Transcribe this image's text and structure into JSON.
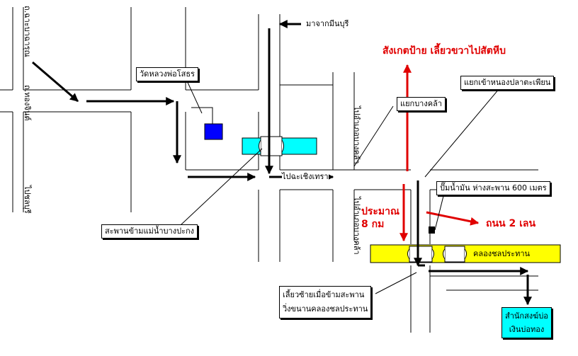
{
  "roads": {
    "west_vertical_top": "ถ.ฉาะบาฉารุณ",
    "west_vertical_mid": "ถ.ทองจินต์",
    "west_vertical_bottom": "ไปชลบุรี",
    "from_min_buri": "มาจากมีนบุรี",
    "to_chachoengsao": "ไปฉะเชิงเทรา",
    "to_bang_khla_upper": "ไปอำเภอบางคล้า",
    "to_bang_khla_lower": "ไปอำเภอบางคล้า",
    "canal_name": "คลองชลประทาน",
    "two_lane_road": "ถนน 2 เลน"
  },
  "places": {
    "temple": "วัดหลวงพ่อโสธร",
    "bridge": "สะพานข้ามแม่น้ำบางปะกง",
    "bang_khla_junction": "แยกบางคล้า",
    "nong_pla_junction": "แยกเข้าหนองปลาตะเพียน",
    "gas_station": "ปั๊มน้ำมัน ห่างสะพาน 600 เมตร",
    "left_turn_note_line1": "เลี้ยวซ้ายเมื่อข้ามสะพาน",
    "left_turn_note_line2": "วิ่งขนานคลองชลประทาน",
    "destination_line1": "สำนักสงฆ์บ่อ",
    "destination_line2": "เงินบ่อทอง"
  },
  "annotations": {
    "watch_sign": "สังเกตป้าย เลี้ยวขวาไปสัตหีบ",
    "approx_line1": "ประมาณ",
    "approx_line2": "8 กม"
  },
  "colors": {
    "road": "#000000",
    "river": "#00ffff",
    "canal": "#ffff00",
    "temple": "#0000ff",
    "route_red": "#e00000",
    "destination_bg": "#00ffff"
  }
}
